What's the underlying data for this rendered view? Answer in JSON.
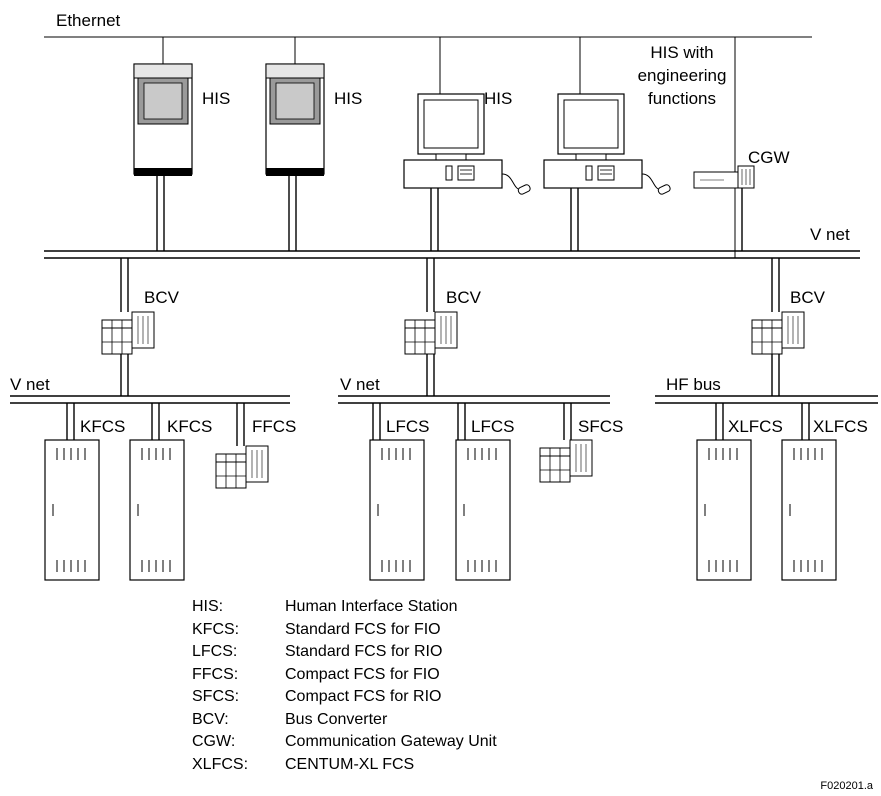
{
  "network": {
    "ethernet": "Ethernet",
    "vnet_top": "V net",
    "vnet_left": "V net",
    "vnet_mid": "V net",
    "hfbus": "HF bus"
  },
  "stations": {
    "his1": "HIS",
    "his2": "HIS",
    "his3": "HIS",
    "his_eng": [
      "HIS with",
      "engineering",
      "functions"
    ],
    "cgw": "CGW",
    "bcv1": "BCV",
    "bcv2": "BCV",
    "bcv3": "BCV",
    "kfcs1": "KFCS",
    "kfcs2": "KFCS",
    "ffcs": "FFCS",
    "lfcs1": "LFCS",
    "lfcs2": "LFCS",
    "sfcs": "SFCS",
    "xlfcs1": "XLFCS",
    "xlfcs2": "XLFCS"
  },
  "legend": [
    {
      "abbr": "HIS:",
      "desc": "Human Interface Station"
    },
    {
      "abbr": "KFCS:",
      "desc": "Standard FCS for FIO"
    },
    {
      "abbr": "LFCS:",
      "desc": "Standard FCS for RIO"
    },
    {
      "abbr": "FFCS:",
      "desc": "Compact FCS for FIO"
    },
    {
      "abbr": "SFCS:",
      "desc": "Compact FCS for RIO"
    },
    {
      "abbr": "BCV:",
      "desc": "Bus Converter"
    },
    {
      "abbr": "CGW:",
      "desc": "Communication Gateway Unit"
    },
    {
      "abbr": "XLFCS:",
      "desc": "CENTUM-XL FCS"
    }
  ],
  "figure_id": "F020201.a"
}
